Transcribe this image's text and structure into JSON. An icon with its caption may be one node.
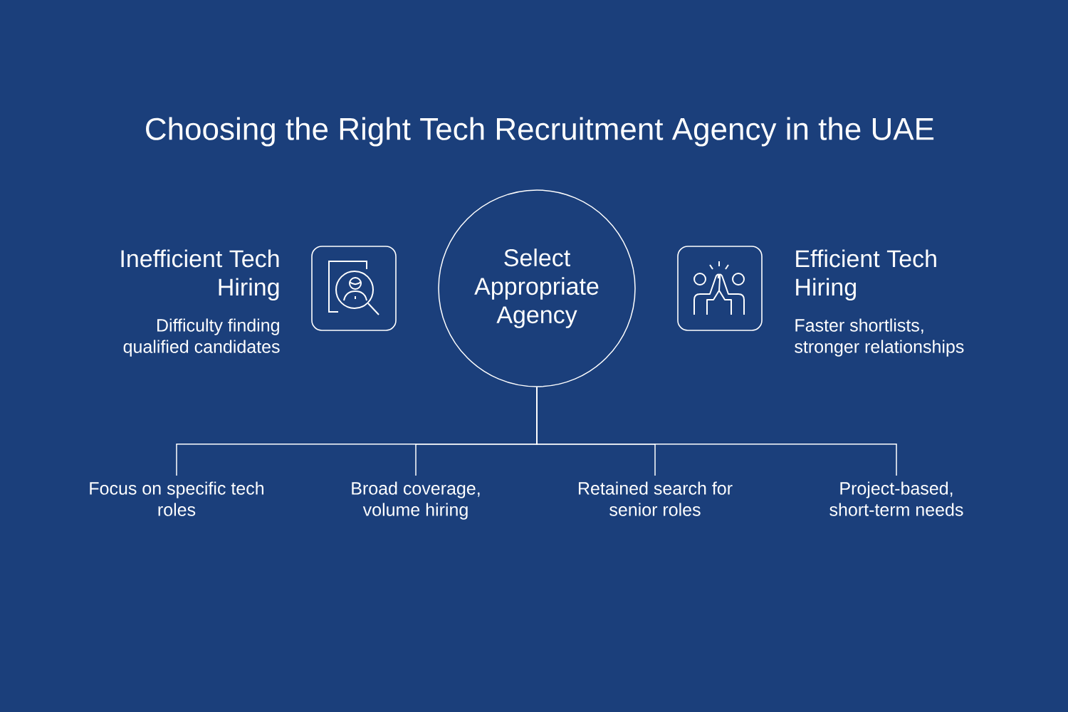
{
  "diagram": {
    "title": "Choosing the Right Tech Recruitment Agency in the UAE",
    "nodes": [
      {
        "text": [
          "Select Appropriate Agency"
        ]
      },
      {
        "text": [
          "Focus on specific tech roles"
        ]
      },
      {
        "text": [
          "Broad coverage, volume hiring"
        ]
      },
      {
        "text": [
          "Retained search for senior roles"
        ]
      },
      {
        "text": [
          "Project-based, short-term needs"
        ]
      }
    ],
    "edges": [
      {
        "from": 0,
        "to": 1,
        "arrow": "none"
      },
      {
        "from": 0,
        "to": 2,
        "arrow": "none"
      },
      {
        "from": 0,
        "to": 3,
        "arrow": "none"
      },
      {
        "from": 0,
        "to": 4,
        "arrow": "none"
      }
    ],
    "labels": [
      "Inefficient Tech Hiring",
      "Difficulty finding qualified candidates",
      "Efficient Tech Hiring",
      "Faster shortlists, stronger relationships"
    ]
  }
}
